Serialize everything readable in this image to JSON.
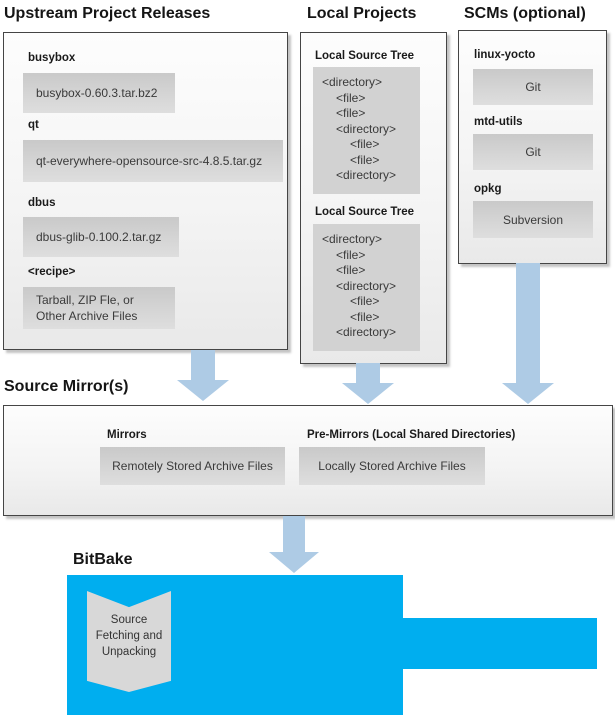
{
  "colors": {
    "accent_blue": "#00aeef",
    "arrow_blue": "#aecbe5"
  },
  "upstream": {
    "title": "Upstream Project Releases",
    "items": [
      {
        "label": "busybox",
        "file": "busybox-0.60.3.tar.bz2"
      },
      {
        "label": "qt",
        "file": "qt-everywhere-opensource-src-4.8.5.tar.gz"
      },
      {
        "label": "dbus",
        "file": "dbus-glib-0.100.2.tar.gz"
      },
      {
        "label": "<recipe>",
        "file": "Tarball, ZIP Fle, or\nOther Archive Files"
      }
    ]
  },
  "local_projects": {
    "title": "Local Projects",
    "trees": [
      {
        "label": "Local Source Tree",
        "entries": [
          {
            "text": "<directory>",
            "level": 0
          },
          {
            "text": "<file>",
            "level": 1
          },
          {
            "text": "<file>",
            "level": 1
          },
          {
            "text": "<directory>",
            "level": 1
          },
          {
            "text": "<file>",
            "level": 2
          },
          {
            "text": "<file>",
            "level": 2
          },
          {
            "text": "<directory>",
            "level": 1
          }
        ]
      },
      {
        "label": "Local Source Tree",
        "entries": [
          {
            "text": "<directory>",
            "level": 0
          },
          {
            "text": "<file>",
            "level": 1
          },
          {
            "text": "<file>",
            "level": 1
          },
          {
            "text": "<directory>",
            "level": 1
          },
          {
            "text": "<file>",
            "level": 2
          },
          {
            "text": "<file>",
            "level": 2
          },
          {
            "text": "<directory>",
            "level": 1
          }
        ]
      }
    ]
  },
  "scms": {
    "title": "SCMs (optional)",
    "items": [
      {
        "label": "linux-yocto",
        "scm": "Git"
      },
      {
        "label": "mtd-utils",
        "scm": "Git"
      },
      {
        "label": "opkg",
        "scm": "Subversion"
      }
    ]
  },
  "source_mirrors": {
    "title": "Source Mirror(s)",
    "mirrors_label": "Mirrors",
    "mirrors_value": "Remotely Stored Archive Files",
    "premirrors_label": "Pre-Mirrors (Local Shared Directories)",
    "premirrors_value": "Locally Stored Archive Files"
  },
  "bitbake": {
    "title": "BitBake",
    "ribbon_text": "Source\nFetching and\nUnpacking"
  }
}
